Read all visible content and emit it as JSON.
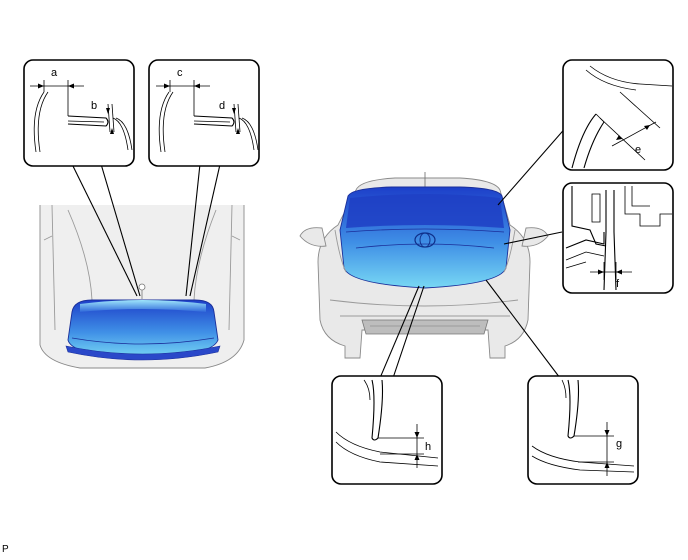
{
  "labels": {
    "a": "a",
    "b": "b",
    "c": "c",
    "d": "d",
    "e": "e",
    "f": "f",
    "g": "g",
    "h": "h"
  },
  "corner_code": "P",
  "colors": {
    "panel_blue": "#1a4fd6",
    "panel_light": "#5fd0f0",
    "car_gray": "#e9e9e9",
    "line": "#000000"
  }
}
